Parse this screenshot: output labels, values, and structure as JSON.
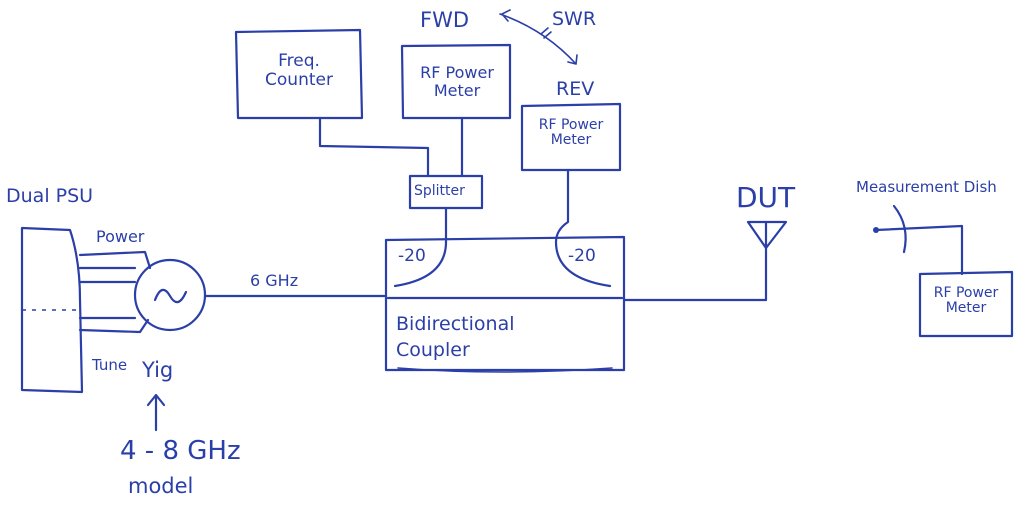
{
  "colors": {
    "ink": "#2b3fa8",
    "paper": "#ffffff"
  },
  "labels": {
    "dual_psu": "Dual PSU",
    "power": "Power",
    "tune": "Tune",
    "yig": "Yig",
    "model_range": "4 - 8 GHz",
    "model": "model",
    "freq_6ghz": "6 GHz",
    "freq_counter_line1": "Freq.",
    "freq_counter_line2": "Counter",
    "rf_power_meter_fwd_line1": "RF Power",
    "rf_power_meter_fwd_line2": "Meter",
    "rf_power_meter_rev_line1": "RF Power",
    "rf_power_meter_rev_line2": "Meter",
    "fwd": "FWD",
    "rev": "REV",
    "swr": "SWR",
    "splitter": "Splitter",
    "coupler_port_left": "-20",
    "coupler_port_right": "-20",
    "coupler_line1": "Bidirectional",
    "coupler_line2": "Coupler",
    "dut": "DUT",
    "measurement_dish": "Measurement Dish",
    "rf_power_meter_dish_line1": "RF Power",
    "rf_power_meter_dish_line2": "Meter",
    "oscillator_symbol": "~"
  },
  "icons": {
    "oscillator": "sine-wave-in-circle",
    "antenna": "triangle-antenna",
    "dish": "parabolic-dish",
    "arrow": "arrow-up"
  }
}
